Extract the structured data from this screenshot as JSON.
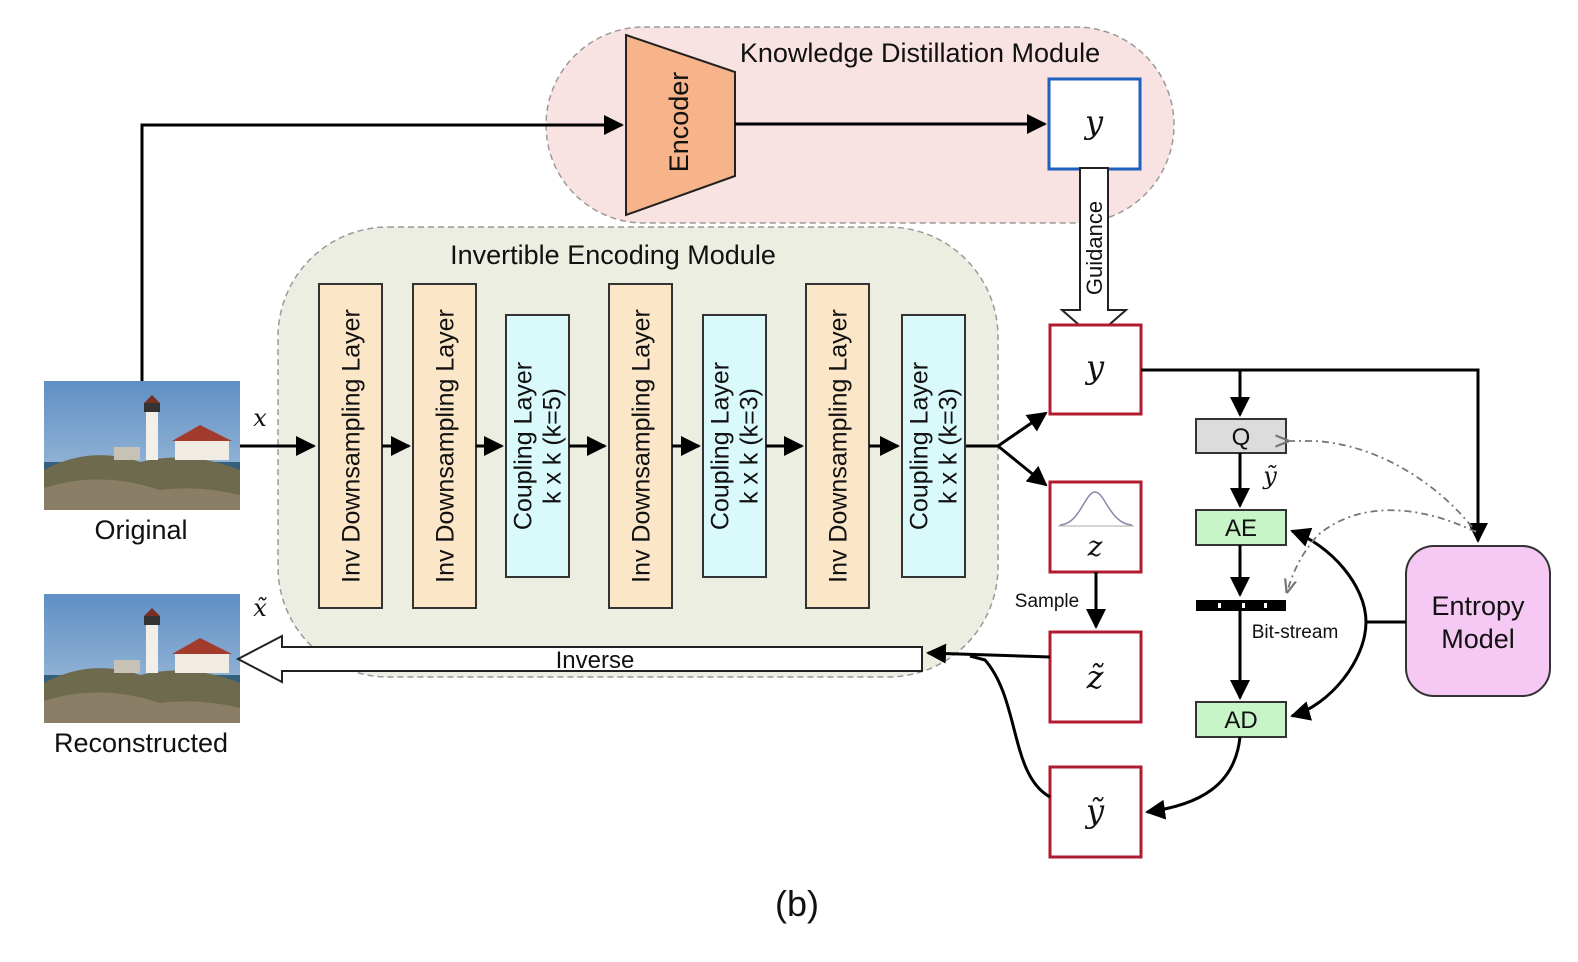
{
  "modules": {
    "knowledge_distillation": "Knowledge Distillation Module",
    "invertible_encoding": "Invertible Encoding Module"
  },
  "encoder_label": "Encoder",
  "layers": [
    {
      "line1": "Inv Downsampling Layer",
      "line2": "",
      "kind": "inv"
    },
    {
      "line1": "Inv Downsampling Layer",
      "line2": "",
      "kind": "inv"
    },
    {
      "line1": "Coupling Layer",
      "line2": "k x k (k=5)",
      "kind": "coupling"
    },
    {
      "line1": "Inv Downsampling Layer",
      "line2": "",
      "kind": "inv"
    },
    {
      "line1": "Coupling Layer",
      "line2": "k x k (k=3)",
      "kind": "coupling"
    },
    {
      "line1": "Inv Downsampling Layer",
      "line2": "",
      "kind": "inv"
    },
    {
      "line1": "Coupling Layer",
      "line2": "k x k (k=3)",
      "kind": "coupling"
    }
  ],
  "images": {
    "original": "Original",
    "reconstructed": "Reconstructed"
  },
  "symbols": {
    "x": "x",
    "x_tilde": "x̃",
    "y": "y",
    "y_tilde": "ỹ",
    "z": "z",
    "z_tilde": "z̃"
  },
  "labels": {
    "guidance": "Guidance",
    "sample": "Sample",
    "inverse": "Inverse",
    "bit_stream": "Bit-stream",
    "q": "Q",
    "ae": "AE",
    "ad": "AD",
    "entropy_line1": "Entropy",
    "entropy_line2": "Model",
    "caption": "(b)"
  },
  "colors": {
    "kd_module_bg": "#f9e2e2",
    "ie_module_bg": "#eceee2",
    "encoder_fill": "#f7b38a",
    "inv_layer_fill": "#fbe6c8",
    "coupling_layer_fill": "#d9f9fb",
    "latent_blue_border": "#1f5fbf",
    "latent_red_border": "#b01b30",
    "q_fill": "#dcdcdc",
    "coder_fill": "#c8f5c8",
    "entropy_fill": "#f6c8f4"
  }
}
